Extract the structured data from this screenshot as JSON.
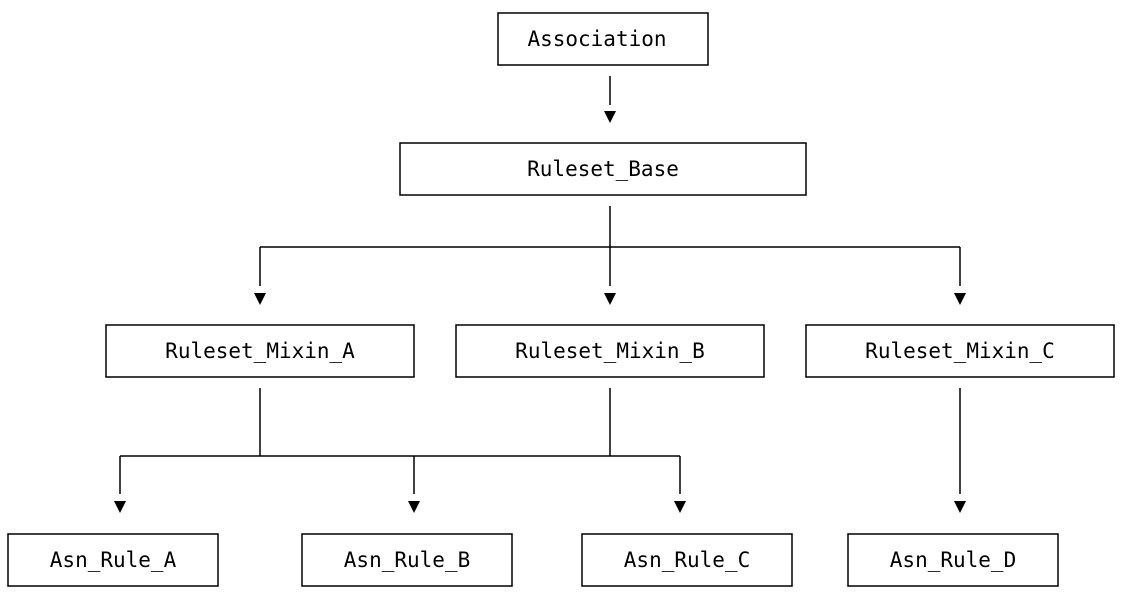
{
  "diagram": {
    "nodes": [
      {
        "id": "association",
        "label": "Association"
      },
      {
        "id": "ruleset_base",
        "label": "Ruleset_Base"
      },
      {
        "id": "ruleset_mixin_a",
        "label": "Ruleset_Mixin_A"
      },
      {
        "id": "ruleset_mixin_b",
        "label": "Ruleset_Mixin_B"
      },
      {
        "id": "ruleset_mixin_c",
        "label": "Ruleset_Mixin_C"
      },
      {
        "id": "asn_rule_a",
        "label": "Asn_Rule_A"
      },
      {
        "id": "asn_rule_b",
        "label": "Asn_Rule_B"
      },
      {
        "id": "asn_rule_c",
        "label": "Asn_Rule_C"
      },
      {
        "id": "asn_rule_d",
        "label": "Asn_Rule_D"
      }
    ],
    "edges": [
      {
        "from": [
          "association"
        ],
        "to": [
          "ruleset_base"
        ]
      },
      {
        "from": [
          "ruleset_base"
        ],
        "to": [
          "ruleset_mixin_a",
          "ruleset_mixin_b",
          "ruleset_mixin_c"
        ]
      },
      {
        "from": [
          "ruleset_mixin_a",
          "ruleset_mixin_b"
        ],
        "to": [
          "asn_rule_a",
          "asn_rule_b",
          "asn_rule_c"
        ]
      },
      {
        "from": [
          "ruleset_mixin_c"
        ],
        "to": [
          "asn_rule_d"
        ]
      }
    ]
  }
}
